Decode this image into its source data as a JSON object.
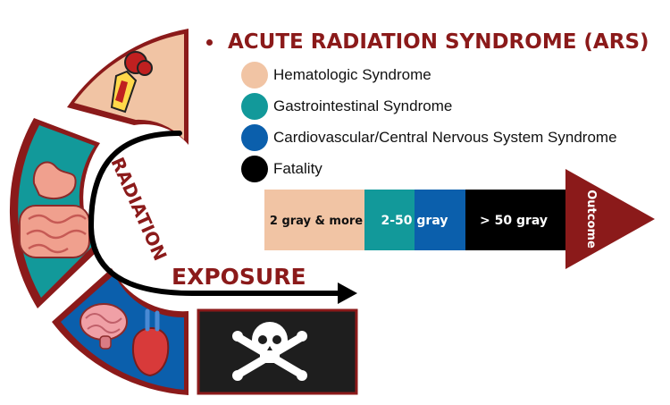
{
  "title": "ACUTE RADIATION SYNDROME (ARS)",
  "legend": [
    {
      "label": "Hematologic Syndrome",
      "color": "#f1c4a4"
    },
    {
      "label": "Gastrointestinal Syndrome",
      "color": "#12999a"
    },
    {
      "label": "Cardiovascular/Central Nervous System Syndrome",
      "color": "#0b5fac"
    },
    {
      "label": "Fatality",
      "color": "#000000"
    }
  ],
  "arrow": {
    "segments": [
      {
        "label": "2 gray & more",
        "color": "#f1c4a4",
        "text_color": "#111111"
      },
      {
        "label": "2-50 gray",
        "color": "#12999a",
        "text_color": "#ffffff"
      },
      {
        "label": "",
        "color": "#0b5fac",
        "text_color": "#ffffff"
      },
      {
        "label": "> 50 gray",
        "color": "#000000",
        "text_color": "#ffffff"
      }
    ],
    "head_label": "Outcome",
    "head_color": "#8b1a1a"
  },
  "curve_labels": {
    "radiation": "RADIATION",
    "exposure": "EXPOSURE"
  },
  "icons": {
    "ring_bone": "bone-icon",
    "ring_gut": "digestive-organs-icon",
    "ring_brain_heart": "brain-heart-icon",
    "fatality": "skull-crossbones-icon"
  },
  "accent_color": "#8b1a1a"
}
